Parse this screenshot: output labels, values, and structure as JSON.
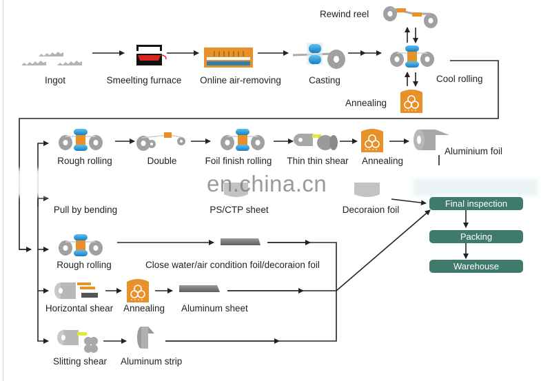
{
  "title": "Aluminium foil production process flow",
  "watermark": "en.china.cn",
  "colors": {
    "box_fill": "#3f7a6d",
    "box_text": "#ffffff",
    "line": "#222222",
    "roller_blue": "#2b9ad6",
    "annealing_orange": "#e8912a",
    "steel_gray": "#9a9a9a",
    "furnace_red": "#d7261e"
  },
  "stage1": {
    "ingot": "Ingot",
    "furnace": "Smeelting furnace",
    "air_removing": "Online air-removing",
    "casting": "Casting",
    "rewind_reel": "Rewind reel",
    "cool_rolling": "Cool rolling",
    "annealing": "Annealing"
  },
  "stage2": {
    "rough_rolling": "Rough rolling",
    "double": "Double",
    "foil_finish_rolling": "Foil finish rolling",
    "thin_shear": "Thin thin shear",
    "annealing": "Annealing",
    "aluminium_foil": "Aluminium foil"
  },
  "stage3": {
    "pull_by_bending": "Pull by bending",
    "ps_ctp_sheet": "PS/CTP sheet",
    "decoration_foil": "Decoraion foil"
  },
  "stage4": {
    "rough_rolling": "Rough rolling",
    "close_water_foil": "Close water/air condition foil/decoraion foil",
    "horizontal_shear": "Horizontal shear",
    "annealing": "Annealing",
    "aluminum_sheet": "Aluminum sheet",
    "slitting_shear": "Slitting shear",
    "aluminum_strip": "Aluminum strip"
  },
  "final": {
    "final_inspection": "Final inspection",
    "packing": "Packing",
    "warehouse": "Warehouse"
  }
}
